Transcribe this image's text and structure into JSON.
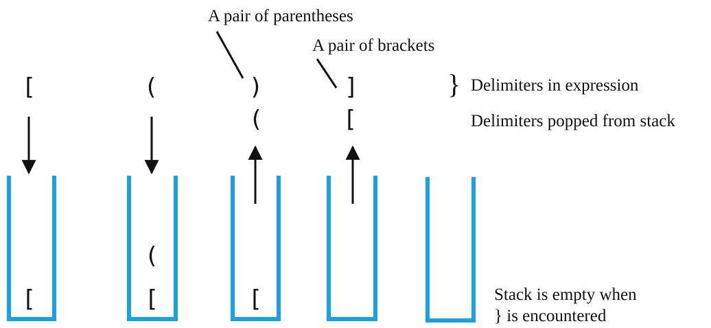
{
  "annotations": {
    "parentheses_pair": "A pair of parentheses",
    "brackets_pair": "A pair of brackets",
    "delimiters_in_expression": "Delimiters in expression",
    "delimiters_popped": "Delimiters popped from stack",
    "stack_empty_line1": "Stack is empty when",
    "stack_empty_line2": "} is encountered",
    "brace": "}"
  },
  "steps": [
    {
      "expression_delimiter": "[",
      "operation": "push",
      "popped": "",
      "stack_contents": [
        "["
      ]
    },
    {
      "expression_delimiter": "(",
      "operation": "push",
      "popped": "",
      "stack_contents": [
        "[",
        "("
      ]
    },
    {
      "expression_delimiter": ")",
      "operation": "pop",
      "popped": "(",
      "stack_contents": [
        "["
      ]
    },
    {
      "expression_delimiter": "]",
      "operation": "pop",
      "popped": "[",
      "stack_contents": []
    },
    {
      "expression_delimiter": "",
      "operation": "none",
      "popped": "",
      "stack_contents": []
    }
  ],
  "colors": {
    "stack_outline": "#1ba1e2",
    "ink": "#111111"
  }
}
